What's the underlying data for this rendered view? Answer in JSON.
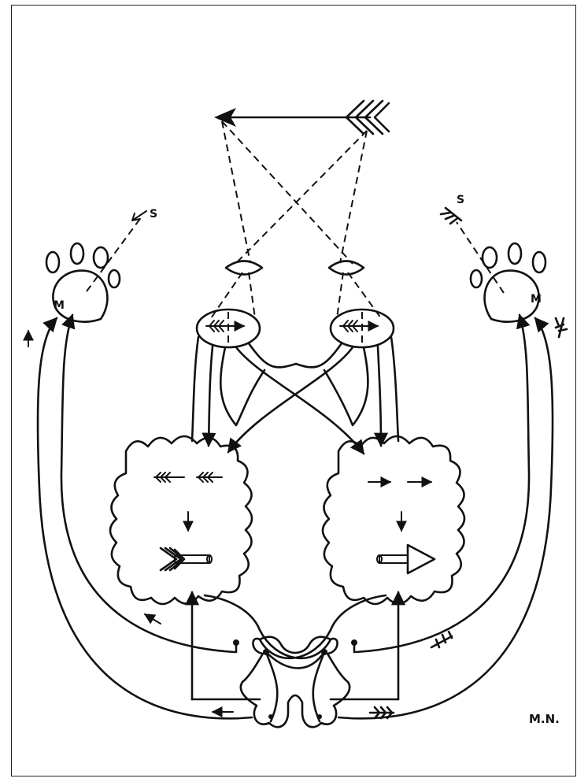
{
  "labels": {
    "s_left": "S",
    "s_right": "S",
    "m_left": "M",
    "m_right": "M",
    "signature": "M.N."
  },
  "colors": {
    "ink": "#111111",
    "paper": "#ffffff"
  }
}
